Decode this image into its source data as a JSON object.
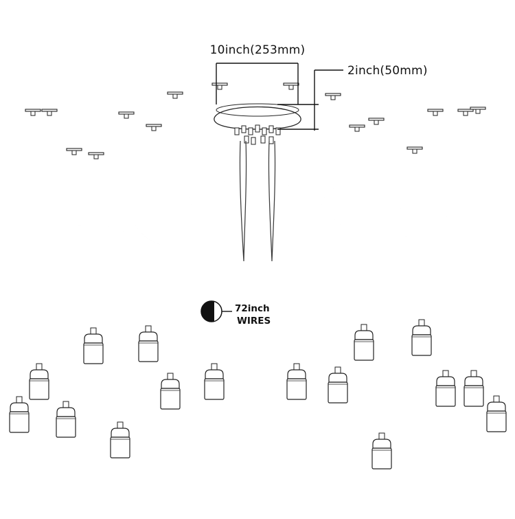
{
  "dimensions": {
    "canopy_width_label": "10inch(253mm)",
    "canopy_height_label": "2inch(50mm)"
  },
  "wire_callout": {
    "line1": "72inch",
    "line2": "WIRES"
  },
  "colors": {
    "line": "#111111",
    "wire": "#3a3a3a",
    "background": "#ffffff"
  }
}
